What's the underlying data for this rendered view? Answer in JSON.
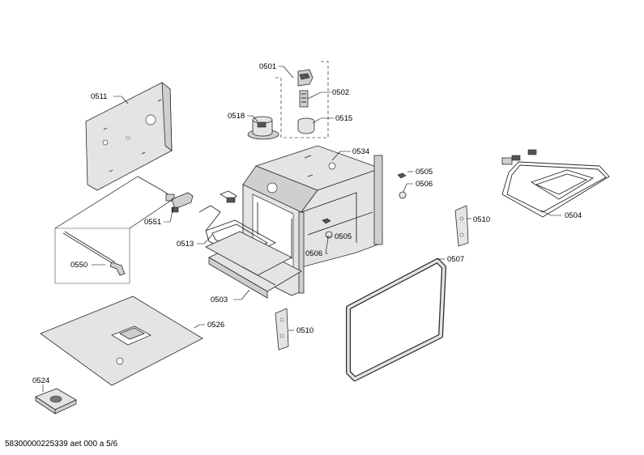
{
  "labels": {
    "l0501": "0501",
    "l0502": "0502",
    "l0511": "0511",
    "l0518": "0518",
    "l0515": "0515",
    "l0534": "0534",
    "l0505a": "0505",
    "l0506a": "0506",
    "l0504": "0504",
    "l0551": "0551",
    "l0510a": "0510",
    "l0513": "0513",
    "l0505b": "0505",
    "l0506b": "0506",
    "l0507": "0507",
    "l0550": "0550",
    "l0503": "0503",
    "l0510b": "0510",
    "l0526": "0526",
    "l0524": "0524"
  },
  "footer": "58300000225339 aet 000 a 5/6"
}
